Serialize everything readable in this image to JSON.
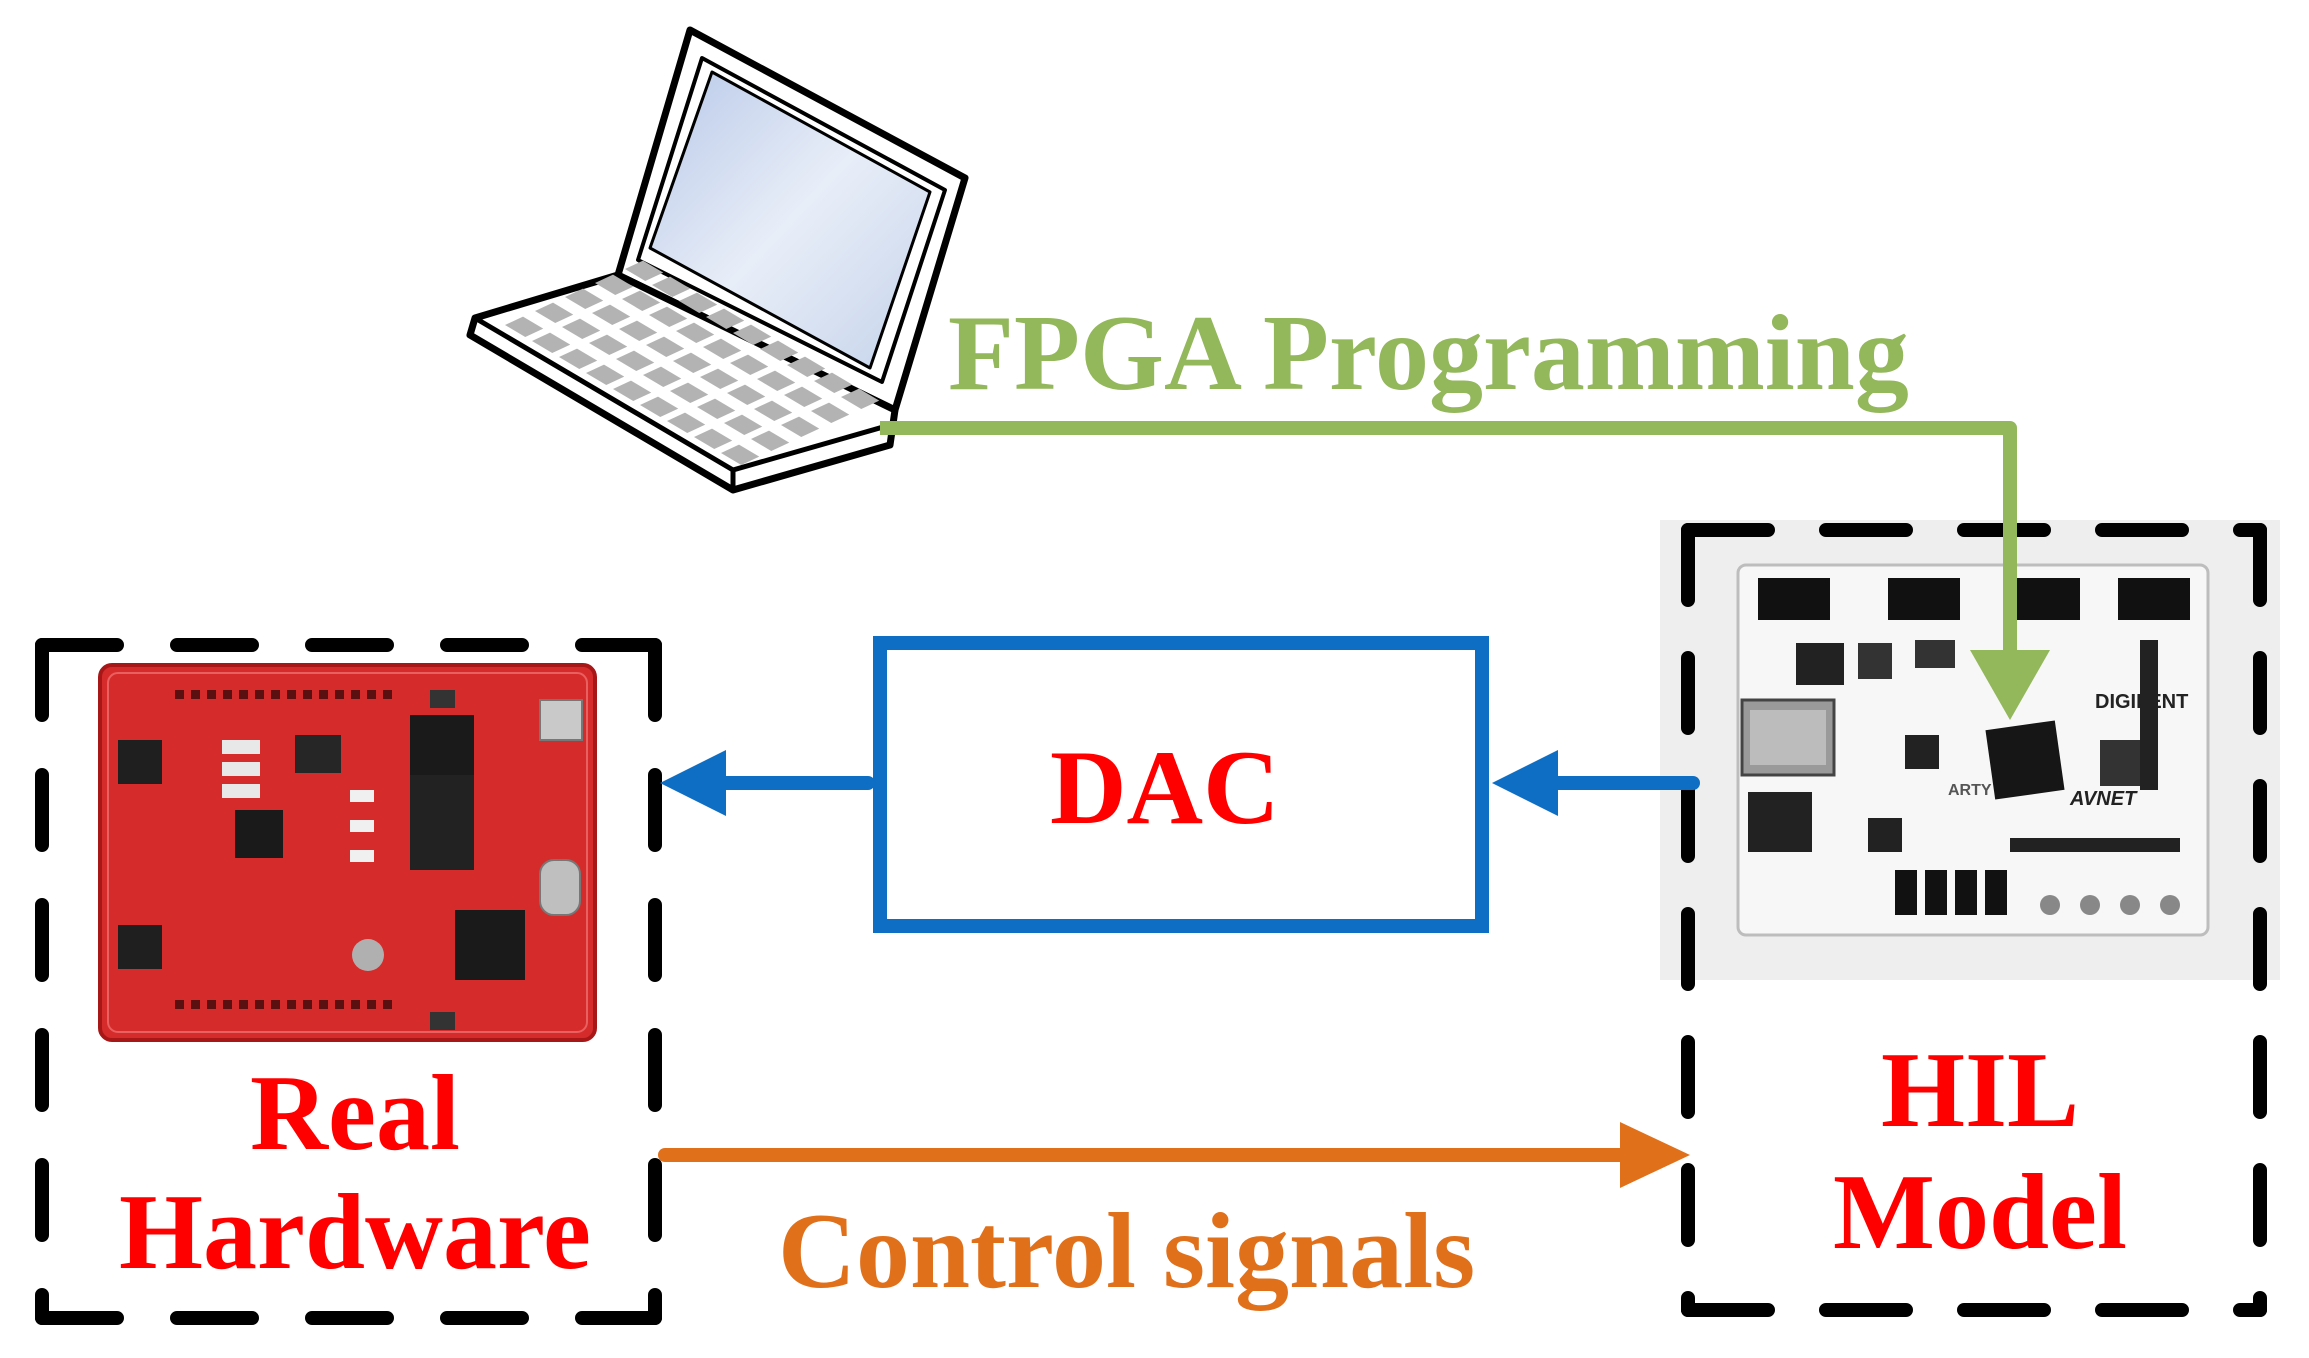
{
  "nodes": {
    "real_hardware": {
      "lines": [
        "Real",
        "Hardware"
      ]
    },
    "dac": {
      "label": "DAC"
    },
    "hil_model": {
      "lines": [
        "HIL",
        "Model"
      ]
    }
  },
  "edges": {
    "fpga_programming": {
      "label": "FPGA Programming"
    },
    "control_signals": {
      "label": "Control signals"
    }
  },
  "board_marks": {
    "digilent": "DIGILENT",
    "arty": "ARTY",
    "avnet": "AVNET"
  },
  "colors": {
    "node_label": "#ff0000",
    "fpga_programming": "#93b75b",
    "control_signals": "#e1701b",
    "dac_box": "#0d6ec4",
    "dashed_frame": "#000000",
    "real_board": "#d62b2b",
    "hil_board": "#f2f2f2"
  },
  "icons": {
    "laptop": "laptop-icon",
    "real_board": "microcontroller-board-icon",
    "hil_board": "fpga-board-icon"
  }
}
